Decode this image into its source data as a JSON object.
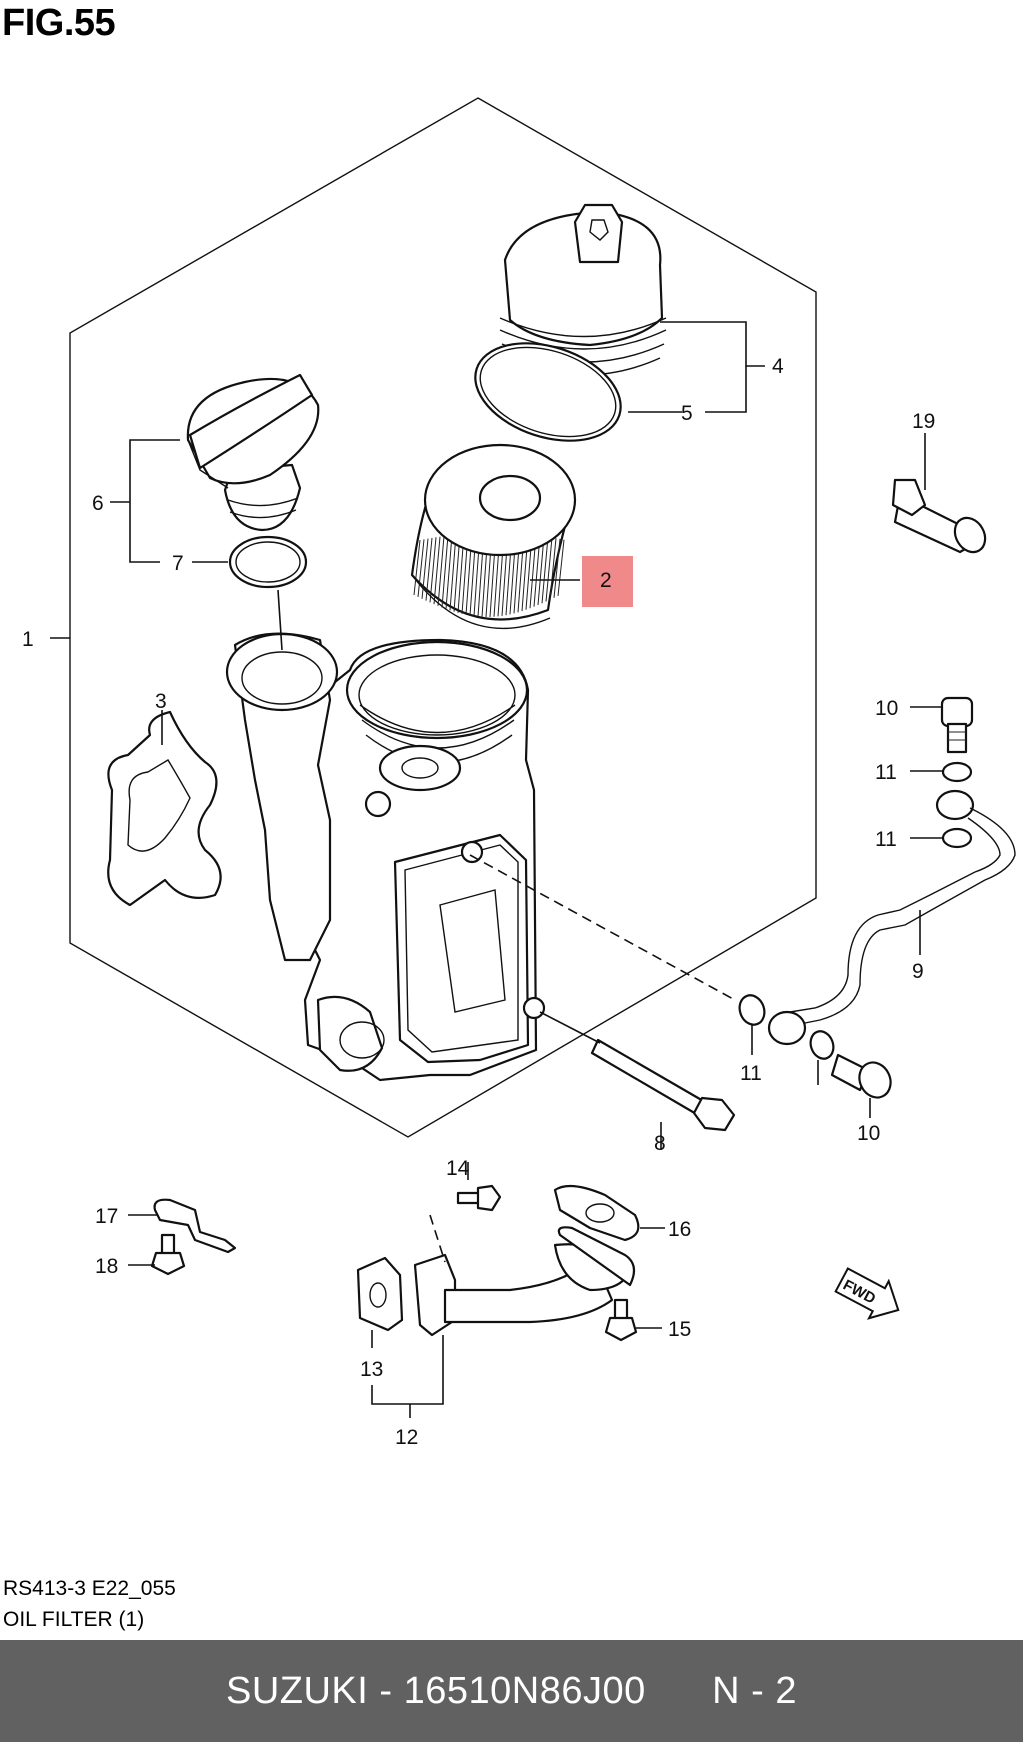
{
  "figure": {
    "title": "FIG.55",
    "code": "RS413-3 E22_055",
    "name": "OIL FILTER (1)"
  },
  "callouts": [
    "1",
    "2",
    "3",
    "4",
    "5",
    "6",
    "7",
    "8",
    "9",
    "10",
    "10",
    "11",
    "11",
    "11",
    "12",
    "13",
    "14",
    "15",
    "16",
    "17",
    "18",
    "19"
  ],
  "highlight_color": "#f08a8a",
  "fwd_label": "FWD",
  "footer": {
    "brand": "SUZUKI",
    "part_number": "16510N86J00",
    "page": "N - 2",
    "separator": " - "
  }
}
